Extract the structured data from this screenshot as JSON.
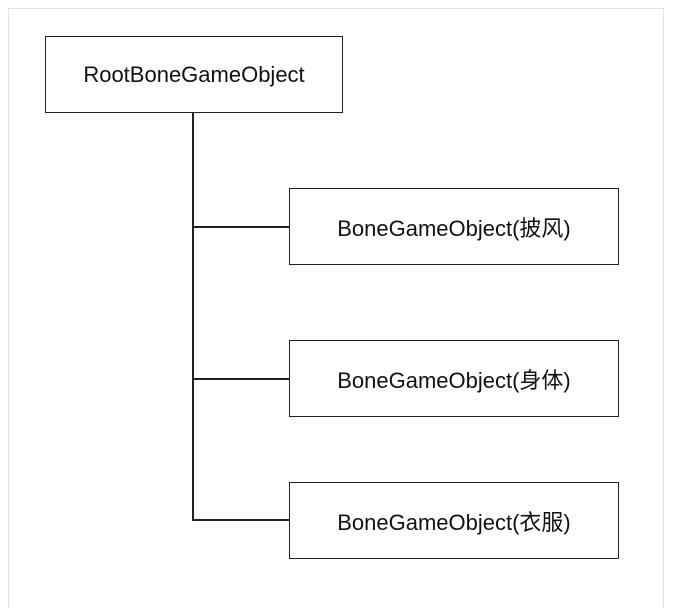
{
  "diagram": {
    "root": {
      "label": "RootBoneGameObject"
    },
    "children": [
      {
        "label": "BoneGameObject(披风)"
      },
      {
        "label": "BoneGameObject(身体)"
      },
      {
        "label": "BoneGameObject(衣服)"
      }
    ]
  },
  "colors": {
    "line": "#222222",
    "border": "#222222",
    "text": "#111111",
    "background": "#ffffff"
  }
}
